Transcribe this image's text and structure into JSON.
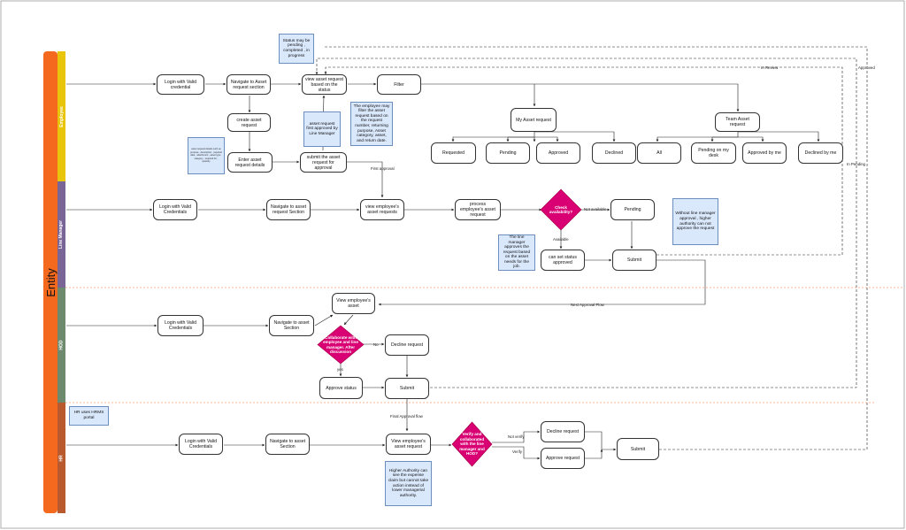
{
  "diagram": {
    "entity_label": "Entity",
    "lanes": {
      "employee": "Employee",
      "line_manager": "Line Manager",
      "hod": "HOD",
      "hr": "HR"
    },
    "colors": {
      "entity": "#f5691e",
      "employee": "#e8c40a",
      "line_manager": "#7a6597",
      "hod": "#6d8a6d",
      "hr": "#b85a2e",
      "decision": "#d80073",
      "note_fill": "#dae8fc"
    },
    "employee": {
      "login": "Login with Valid credential",
      "navigate": "Navigate to Asset request section",
      "view_asset": "view asset request based on the status",
      "filter": "Filter",
      "create": "create asset request",
      "enter": "Enter asset request details",
      "submit_approval": "submit the asset request for approval",
      "my_asset": "My Asset request",
      "team_asset": "Team Asset request",
      "requested": "Requested",
      "pending": "Pending",
      "approved": "Approved",
      "declined": "Declined",
      "all": "All",
      "pending_on_my_desk": "Pending on my desk",
      "approved_by_me": "Approved by me",
      "declined_by_me": "Declined by me",
      "note_status": "Status may be pending , completed , in progress",
      "note_first_approved": "asset request first approved by Line Manager",
      "note_filter": "The employee may filter the asset request based on the request number, returning purpose, Asset category, asset, and return date.",
      "note_details": "asset request details such as purpose , description , required date , attachment , asset type , category , required for , quantity"
    },
    "line_manager": {
      "login": "Login with Valid Credentials",
      "navigate": "Navigate to asset request Section",
      "view": "view employee's asset requests",
      "process": "process employee's asset request",
      "check": "Check availability?",
      "pending": "Pending",
      "set_status": "can set status approved",
      "submit": "Submit",
      "note_approves": "The line manager approves the request based on the asset needs for the job.",
      "note_without": "Without line manager approval , higher authority can not approve the request"
    },
    "hod": {
      "login": "Login with Valid Credentials",
      "navigate": "Navigate to asset Section",
      "view": "View employee's asset",
      "collaborate": "Collaborate with employee and line manager. After discussion",
      "decline": "Decline request",
      "approve": "Approve status",
      "submit": "Submit"
    },
    "hr": {
      "note_portal": "HR uses HRMS portal",
      "login": "Login with Valid Credentials",
      "navigate": "Navigate to asset Section",
      "view": "View employee's asset request",
      "verify": "Verify and collaborated with the line manager and HOD?",
      "decline": "Decline request",
      "approve": "Approve request",
      "submit": "Submit",
      "note_higher": "Higher Authority can see the expense claim but cannot take action instead of lower managerial authority."
    },
    "edge_labels": {
      "in_review": "In Review",
      "approved": "Approved",
      "in_pending": "In Pending",
      "first_approval": "First approval",
      "not_available": "Not available",
      "available": "Available",
      "next_approval": "Next Approval Flow",
      "no": "No",
      "yes": "yes",
      "final_approval": "Final Approval flow",
      "not_verify": "Not verify",
      "verify": "Verify"
    }
  }
}
